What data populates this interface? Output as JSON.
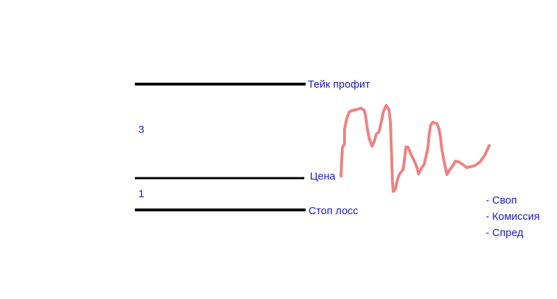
{
  "colors": {
    "text": "#1a1acc",
    "line": "#000000",
    "price_path": "#f08080",
    "background": "#ffffff"
  },
  "levels": {
    "take_profit": "Тейк профит",
    "price": "Цена",
    "stop_loss": "Стоп лосс"
  },
  "ratio": {
    "reward": "3",
    "risk": "1"
  },
  "costs": [
    "- Своп",
    "- Комиссия",
    "- Спред"
  ]
}
